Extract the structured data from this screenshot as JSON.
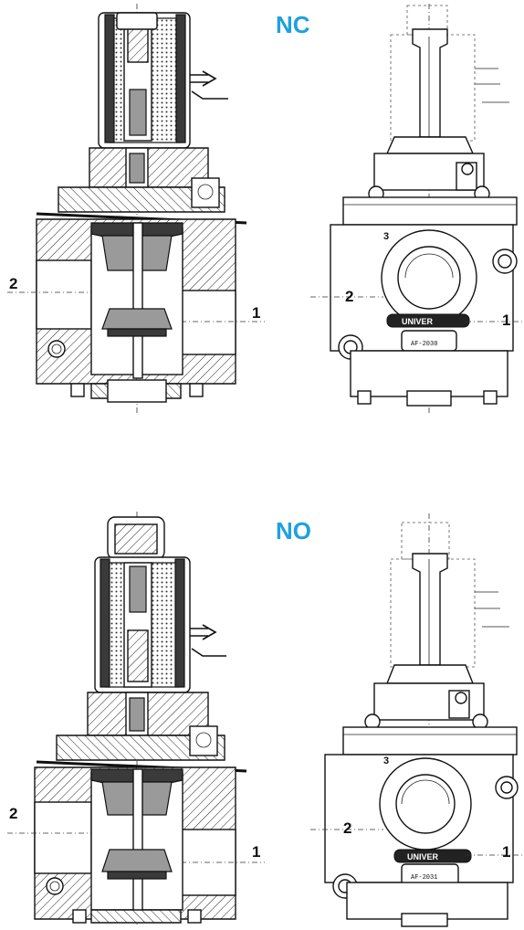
{
  "figures": [
    {
      "mode_label": "NC",
      "section_view": {
        "port_left": "2",
        "port_right": "1"
      },
      "front_view": {
        "port_left": "2",
        "port_right": "1",
        "port_top": "3",
        "brand": "UNIVER",
        "code": "AF-2030"
      }
    },
    {
      "mode_label": "NO",
      "section_view": {
        "port_left": "2",
        "port_right": "1"
      },
      "front_view": {
        "port_left": "2",
        "port_right": "1",
        "port_top": "3",
        "brand": "UNIVER",
        "code": "AF-2031"
      }
    }
  ]
}
